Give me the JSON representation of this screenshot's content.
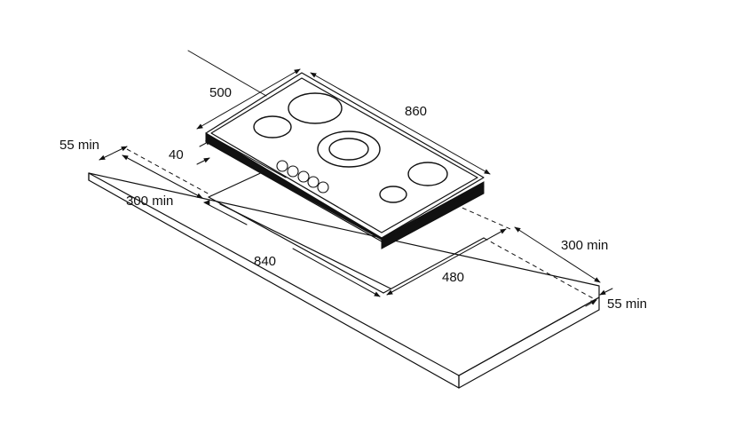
{
  "dimensions": {
    "hob_depth": "500",
    "hob_width": "860",
    "hob_height": "40",
    "front_clearance": "55 min",
    "left_clearance": "300 min",
    "cutout_width": "840",
    "cutout_depth": "480",
    "right_clearance": "300 min",
    "rear_clearance": "55 min"
  },
  "burners": 5,
  "knobs": 5
}
